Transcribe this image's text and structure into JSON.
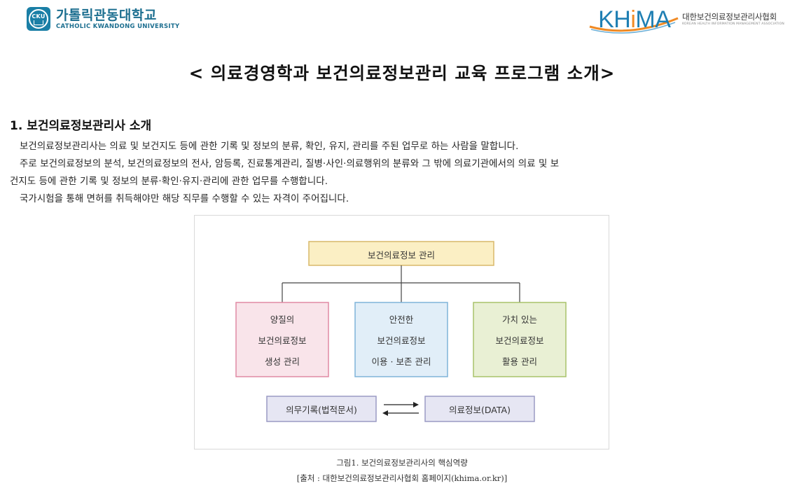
{
  "header": {
    "university": {
      "emblem_text": "CKU",
      "name_kr": "가톨릭관동대학교",
      "name_en": "CATHOLIC KWANDONG UNIVERSITY"
    },
    "association": {
      "logo_word_k": "KH",
      "logo_word_i": "i",
      "logo_word_rest": "MA",
      "name_kr": "대한보건의료정보관리사협회",
      "name_en": "KOREAN HEALTH INFORMATION MANAGEMENT ASSOCIATION"
    }
  },
  "page_title": "< 의료경영학과 보건의료정보관리 교육 프로그램 소개>",
  "section": {
    "heading": "1. 보건의료정보관리사 소개",
    "paragraphs": [
      " 보건의료정보관리사는 의료 및 보건지도 등에 관한 기록 및 정보의 분류, 확인, 유지, 관리를 주된 업무로 하는 사람을 말합니다.",
      " 주로 보건의료정보의 분석, 보건의료정보의 전사, 암등록, 진료통계관리, 질병·사인·의료행위의 분류와 그 밖에 의료기관에서의 의료 및 보",
      "건지도 등에 관한 기록 및 정보의 분류·확인·유지·관리에 관한 업무를 수행합니다.",
      " 국가시험을 통해 면허를 취득해야만 해당 직무를 수행할 수 있는 자격이 주어집니다."
    ]
  },
  "figure": {
    "top_box": "보건의료정보 관리",
    "boxes": [
      {
        "line1": "양질의",
        "line2": "보건의료정보",
        "line3": "생성 관리",
        "fill": "#f9e4ea",
        "stroke": "#e08aa4"
      },
      {
        "line1": "안전한",
        "line2": "보건의료정보",
        "line3": "이용 · 보존 관리",
        "fill": "#e1eef8",
        "stroke": "#7fb4d9"
      },
      {
        "line1": "가치 있는",
        "line2": "보건의료정보",
        "line3": "활용 관리",
        "fill": "#e9f0d4",
        "stroke": "#a8c26a"
      }
    ],
    "bottom_left": "의무기록(법적문서)",
    "bottom_right": "의료정보(DATA)",
    "colors": {
      "top_fill": "#fbefc4",
      "top_stroke": "#d8b96a",
      "bottom_fill": "#e6e6f3",
      "bottom_stroke": "#9a9ac4"
    }
  },
  "caption": {
    "line1": "그림1. 보건의료정보관리사의 핵심역량",
    "line2": "[출처 : 대한보건의료정보관리사협회 홈페이지(khima.or.kr)]"
  }
}
